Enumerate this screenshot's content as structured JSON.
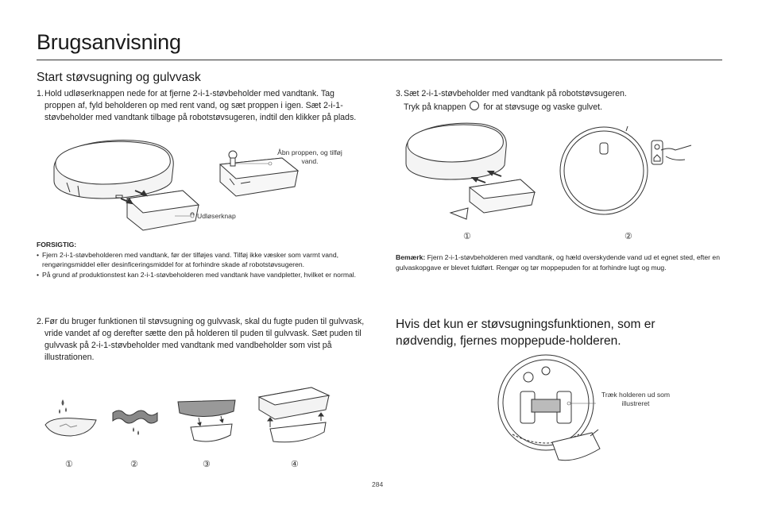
{
  "page": {
    "title": "Brugsanvisning",
    "page_number": "284"
  },
  "section1": {
    "heading": "Start støvsugning og gulvvask",
    "step1": {
      "number": "1.",
      "text": "Hold udløserknappen nede for at fjerne 2-i-1-støvbeholder med vandtank. Tag proppen af, fyld beholderen op med rent vand, og sæt proppen i igen. Sæt 2-i-1-støvbeholder med vandtank tilbage på robotstøvsugeren, indtil den klikker på plads."
    },
    "callout_stopper": "Åbn proppen, og tilføj vand.",
    "callout_release": "Udløserknap",
    "caution": {
      "title": "FORSIGTIG:",
      "bullets": [
        "Fjern 2-i-1-støvbeholderen med vandtank, før der tilføjes vand. Tilføj ikke væsker som varmt vand, rengøringsmiddel eller desinficeringsmiddel for at forhindre skade af robotstøvsugeren.",
        "På grund af produktionstest kan 2-i-1-støvbeholderen med vandtank have vandpletter, hvilket er normal."
      ]
    },
    "step2": {
      "number": "2.",
      "text": "Før du bruger funktionen til støvsugning og gulvvask, skal du fugte puden til gulvvask, vride vandet af og derefter sætte den på holderen til puden til gulvvask. Sæt puden til gulvvask på 2-i-1-støvbeholder med vandtank med vandbeholder som vist på illustrationen."
    },
    "step2_markers": [
      "①",
      "②",
      "③",
      "④"
    ]
  },
  "section2": {
    "step3": {
      "number": "3.",
      "text_line1": "Sæt 2-i-1-støvbeholder med vandtank på robotstøvsugeren.",
      "text_line2": "Tryk på knappen",
      "text_line2b": "for at støvsuge og vaske gulvet."
    },
    "step3_markers": [
      "①",
      "②"
    ],
    "note": {
      "label": "Bemærk:",
      "text": "Fjern 2-i-1-støvbeholderen med vandtank, og hæld overskydende vand ud et egnet sted, efter en gulvaskopgave er blevet fuldført. Rengør og tør moppepuden for at forhindre lugt og mug."
    },
    "heading": "Hvis det kun er støvsugningsfunktionen, som er nødvendig, fjernes moppepude-holderen.",
    "callout_holder": "Træk holderen ud som illustreret"
  },
  "icons": [
    "power-icon",
    "home-icon",
    "hand-icon",
    "water-drop-icon",
    "arrow-icon"
  ]
}
